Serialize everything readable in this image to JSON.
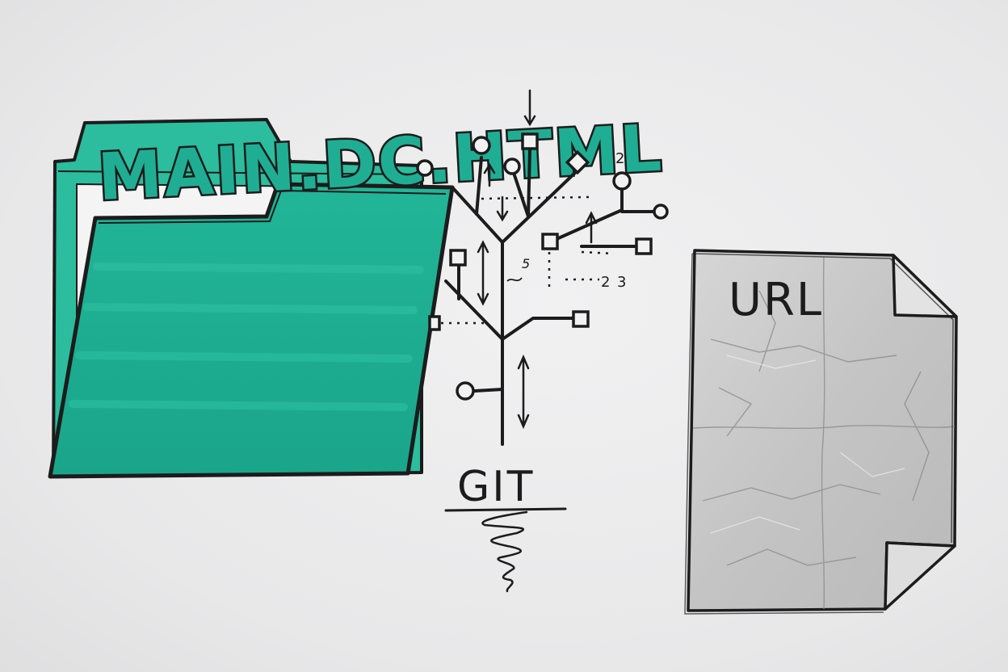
{
  "folder": {
    "label": "MAIN.DC.HTML",
    "color": "#1fae93"
  },
  "tree": {
    "label": "GIT",
    "annotations": [
      "2",
      "5",
      "2",
      "3"
    ]
  },
  "document": {
    "label": "URL",
    "color": "#c9c9c9"
  }
}
